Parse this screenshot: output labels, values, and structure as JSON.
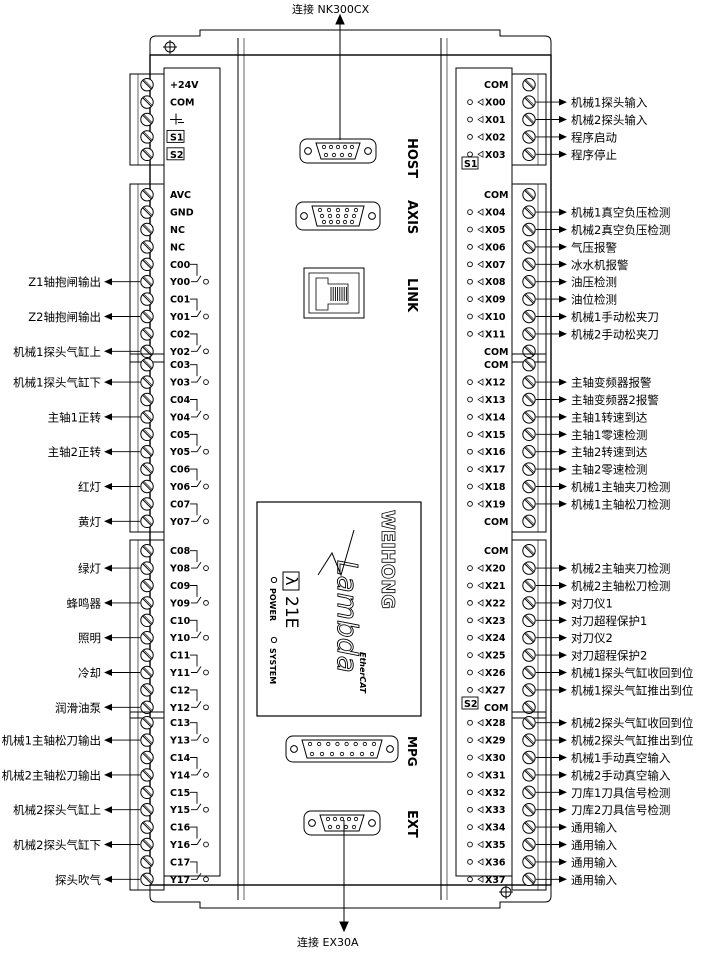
{
  "top_label": "连接 NK300CX",
  "bottom_label": "连接 EX30A",
  "ports": {
    "host": "HOST",
    "axis": "AXIS",
    "link": "LINK",
    "mpg": "MPG",
    "ext": "EXT"
  },
  "brand": {
    "name": "WEIHONG",
    "product": "Lambda",
    "model": "21E",
    "ethercat": "EtherCAT",
    "lambda_glyph": "λ"
  },
  "leds": {
    "power": "POWER",
    "system": "SYSTEM"
  },
  "left_blocks": [
    {
      "rows": [
        {
          "pin": "+24V",
          "func": ""
        },
        {
          "pin": "COM",
          "func": ""
        },
        {
          "pin": "",
          "func": "",
          "ground": true
        },
        {
          "pin": "S1",
          "func": "",
          "boxed": true
        },
        {
          "pin": "S2",
          "func": "",
          "boxed": true
        }
      ]
    },
    {
      "rows": [
        {
          "pin": "AVC",
          "func": ""
        },
        {
          "pin": "GND",
          "func": ""
        },
        {
          "pin": "NC",
          "func": ""
        },
        {
          "pin": "NC",
          "func": ""
        },
        {
          "pin": "C00",
          "func": "",
          "relay": "c"
        },
        {
          "pin": "Y00",
          "func": "Z1轴抱闸输出",
          "relay": "y"
        },
        {
          "pin": "C01",
          "func": "",
          "relay": "c"
        },
        {
          "pin": "Y01",
          "func": "Z2轴抱闸输出",
          "relay": "y"
        },
        {
          "pin": "C02",
          "func": "",
          "relay": "c"
        },
        {
          "pin": "Y02",
          "func": "机械1探头气缸上",
          "relay": "y"
        }
      ]
    },
    {
      "rows": [
        {
          "pin": "C03",
          "func": "",
          "relay": "c"
        },
        {
          "pin": "Y03",
          "func": "机械1探头气缸下",
          "relay": "y"
        },
        {
          "pin": "C04",
          "func": "",
          "relay": "c"
        },
        {
          "pin": "Y04",
          "func": "主轴1正转",
          "relay": "y"
        },
        {
          "pin": "C05",
          "func": "",
          "relay": "c"
        },
        {
          "pin": "Y05",
          "func": "主轴2正转",
          "relay": "y"
        },
        {
          "pin": "C06",
          "func": "",
          "relay": "c"
        },
        {
          "pin": "Y06",
          "func": "红灯",
          "relay": "y"
        },
        {
          "pin": "C07",
          "func": "",
          "relay": "c"
        },
        {
          "pin": "Y07",
          "func": "黄灯",
          "relay": "y"
        }
      ]
    },
    {
      "rows": [
        {
          "pin": "C08",
          "func": "",
          "relay": "c"
        },
        {
          "pin": "Y08",
          "func": "绿灯",
          "relay": "y"
        },
        {
          "pin": "C09",
          "func": "",
          "relay": "c"
        },
        {
          "pin": "Y09",
          "func": "蜂鸣器",
          "relay": "y"
        },
        {
          "pin": "C10",
          "func": "",
          "relay": "c"
        },
        {
          "pin": "Y10",
          "func": "照明",
          "relay": "y"
        },
        {
          "pin": "C11",
          "func": "",
          "relay": "c"
        },
        {
          "pin": "Y11",
          "func": "冷却",
          "relay": "y"
        },
        {
          "pin": "C12",
          "func": "",
          "relay": "c"
        },
        {
          "pin": "Y12",
          "func": "润滑油泵",
          "relay": "y"
        }
      ]
    },
    {
      "rows": [
        {
          "pin": "C13",
          "func": "",
          "relay": "c"
        },
        {
          "pin": "Y13",
          "func": "机械1主轴松刀输出",
          "relay": "y"
        },
        {
          "pin": "C14",
          "func": "",
          "relay": "c"
        },
        {
          "pin": "Y14",
          "func": "机械2主轴松刀输出",
          "relay": "y"
        },
        {
          "pin": "C15",
          "func": "",
          "relay": "c"
        },
        {
          "pin": "Y15",
          "func": "机械2探头气缸上",
          "relay": "y"
        },
        {
          "pin": "C16",
          "func": "",
          "relay": "c"
        },
        {
          "pin": "Y16",
          "func": "机械2探头气缸下",
          "relay": "y"
        },
        {
          "pin": "C17",
          "func": "",
          "relay": "c"
        },
        {
          "pin": "Y17",
          "func": "探头吹气",
          "relay": "y"
        }
      ]
    }
  ],
  "right_blocks": [
    {
      "rows": [
        {
          "pin": "COM",
          "func": ""
        },
        {
          "pin": "X00",
          "func": "机械1探头输入"
        },
        {
          "pin": "X01",
          "func": "机械2探头输入"
        },
        {
          "pin": "X02",
          "func": "程序启动"
        },
        {
          "pin": "X03",
          "func": "程序停止"
        }
      ]
    },
    {
      "rows": [
        {
          "pin": "COM",
          "func": ""
        },
        {
          "pin": "X04",
          "func": "机械1真空负压检测"
        },
        {
          "pin": "X05",
          "func": "机械2真空负压检测"
        },
        {
          "pin": "X06",
          "func": "气压报警"
        },
        {
          "pin": "X07",
          "func": "冰水机报警"
        },
        {
          "pin": "X08",
          "func": "油压检测"
        },
        {
          "pin": "X09",
          "func": "油位检测"
        },
        {
          "pin": "X10",
          "func": "机械1手动松夹刀"
        },
        {
          "pin": "X11",
          "func": "机械2手动松夹刀"
        },
        {
          "pin": "COM",
          "func": ""
        }
      ]
    },
    {
      "rows": [
        {
          "pin": "COM",
          "func": ""
        },
        {
          "pin": "X12",
          "func": "主轴变频器报警"
        },
        {
          "pin": "X13",
          "func": "主轴变频器2报警"
        },
        {
          "pin": "X14",
          "func": "主轴1转速到达"
        },
        {
          "pin": "X15",
          "func": "主轴1零速检测"
        },
        {
          "pin": "X16",
          "func": "主轴2转速到达"
        },
        {
          "pin": "X17",
          "func": "主轴2零速检测"
        },
        {
          "pin": "X18",
          "func": "机械1主轴夹刀检测"
        },
        {
          "pin": "X19",
          "func": "机械1主轴松刀检测"
        },
        {
          "pin": "COM",
          "func": ""
        }
      ]
    },
    {
      "rows": [
        {
          "pin": "COM",
          "func": ""
        },
        {
          "pin": "X20",
          "func": "机械2主轴夹刀检测"
        },
        {
          "pin": "X21",
          "func": "机械2主轴松刀检测"
        },
        {
          "pin": "X22",
          "func": "对刀仪1"
        },
        {
          "pin": "X23",
          "func": "对刀超程保护1"
        },
        {
          "pin": "X24",
          "func": "对刀仪2"
        },
        {
          "pin": "X25",
          "func": "对刀超程保护2"
        },
        {
          "pin": "X26",
          "func": "机械1探头气缸收回到位"
        },
        {
          "pin": "X27",
          "func": "机械1探头气缸推出到位"
        },
        {
          "pin": "COM",
          "func": ""
        }
      ]
    },
    {
      "rows": [
        {
          "pin": "X28",
          "func": "机械2探头气缸收回到位"
        },
        {
          "pin": "X29",
          "func": "机械2探头气缸推出到位"
        },
        {
          "pin": "X30",
          "func": "机械1手动真空输入"
        },
        {
          "pin": "X31",
          "func": "机械2手动真空输入"
        },
        {
          "pin": "X32",
          "func": "刀库1刀具信号检测"
        },
        {
          "pin": "X33",
          "func": "刀库2刀具信号检测"
        },
        {
          "pin": "X34",
          "func": "通用输入"
        },
        {
          "pin": "X35",
          "func": "通用输入"
        },
        {
          "pin": "X36",
          "func": "通用输入"
        },
        {
          "pin": "X37",
          "func": "通用输入"
        }
      ]
    }
  ],
  "switch_labels": {
    "s1": "S1",
    "s2": "S2"
  }
}
